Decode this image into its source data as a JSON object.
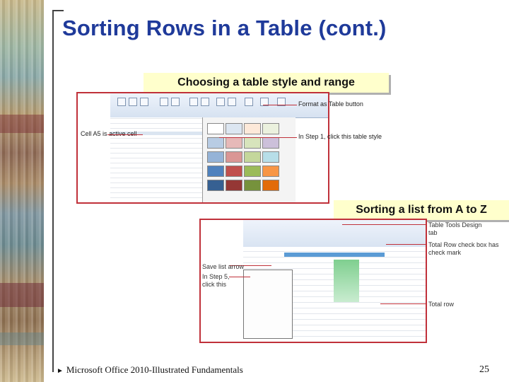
{
  "slide": {
    "title": "Sorting Rows in a Table (cont.)",
    "caption_top": "Choosing a table style and range",
    "caption_bottom": "Sorting a list from A to Z",
    "footer": "Microsoft  Office 2010-Illustrated Fundamentals",
    "page_number": "25"
  },
  "screenshot1": {
    "callouts": [
      "Cell A5 is active cell",
      "Format as Table button",
      "In Step 1, click this table style"
    ]
  },
  "screenshot2": {
    "callouts": [
      "Table Tools Design tab",
      "Total Row check box has check mark",
      "Total row",
      "Save list arrow",
      "In Step 5, click this"
    ]
  },
  "colors": {
    "title": "#1f3a9a",
    "caption_bg": "#ffffcc",
    "screenshot_border": "#c0313a"
  }
}
